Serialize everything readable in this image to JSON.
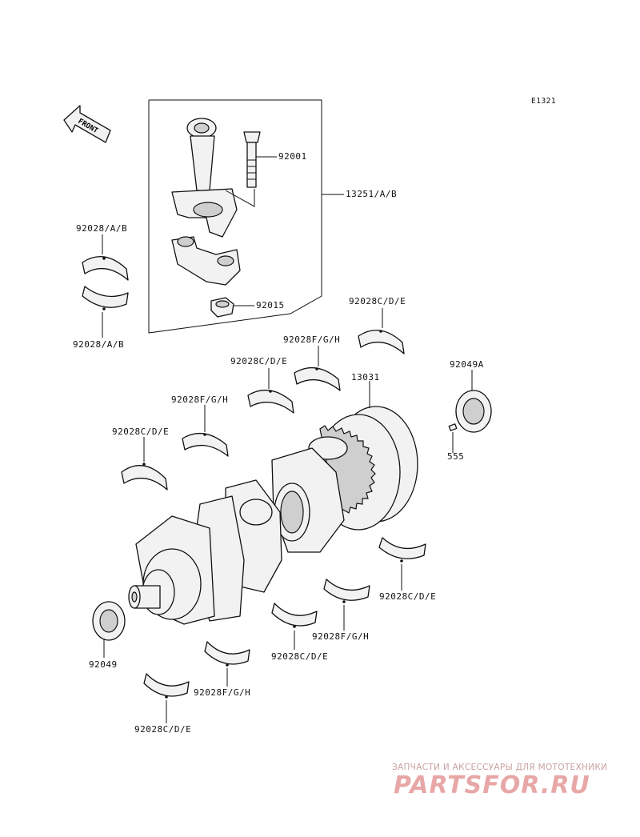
{
  "diagram": {
    "ref_code": "E1321",
    "front_marker": "FRONT",
    "labels": {
      "p92001": "92001",
      "p13251": "13251/A/B",
      "p92028ab_top": "92028/A/B",
      "p92028ab_bot": "92028/A/B",
      "p92015": "92015",
      "p92028cde_1": "92028C/D/E",
      "p92028fgh_1": "92028F/G/H",
      "p92028cde_2": "92028C/D/E",
      "p13031": "13031",
      "p92049a": "92049A",
      "p92028fgh_2": "92028F/G/H",
      "p92028cde_3": "92028C/D/E",
      "p555": "555",
      "p92028cde_4": "92028C/D/E",
      "p92049": "92049",
      "p92028fgh_3": "92028F/G/H",
      "p92028cde_5": "92028C/D/E",
      "p92028fgh_4": "92028F/G/H",
      "p92028cde_6": "92028C/D/E"
    }
  },
  "watermark": {
    "tagline": "ЗАПЧАСТИ И АКСЕССУАРЫ ДЛЯ МОТОТЕХНИКИ",
    "logo": "PARTSFOR.RU",
    "color": "#e8a7a7"
  }
}
